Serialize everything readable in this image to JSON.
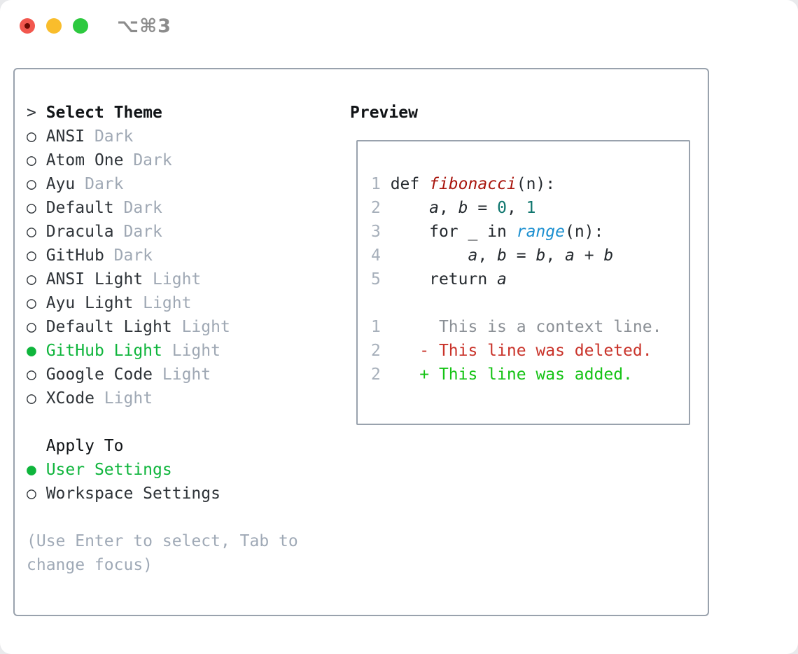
{
  "titlebar": {
    "title": "⌥⌘3"
  },
  "theme_panel": {
    "focus_prefix": ">",
    "header": "Select Theme",
    "themes": [
      {
        "name": "ANSI",
        "variant": "Dark",
        "selected": false
      },
      {
        "name": "Atom One",
        "variant": "Dark",
        "selected": false
      },
      {
        "name": "Ayu",
        "variant": "Dark",
        "selected": false
      },
      {
        "name": "Default",
        "variant": "Dark",
        "selected": false
      },
      {
        "name": "Dracula",
        "variant": "Dark",
        "selected": false
      },
      {
        "name": "GitHub",
        "variant": "Dark",
        "selected": false
      },
      {
        "name": "ANSI Light",
        "variant": "Light",
        "selected": false
      },
      {
        "name": "Ayu Light",
        "variant": "Light",
        "selected": false
      },
      {
        "name": "Default Light",
        "variant": "Light",
        "selected": false
      },
      {
        "name": "GitHub Light",
        "variant": "Light",
        "selected": true
      },
      {
        "name": "Google Code",
        "variant": "Light",
        "selected": false
      },
      {
        "name": "XCode",
        "variant": "Light",
        "selected": false
      }
    ],
    "apply_to": {
      "header": "Apply To",
      "options": [
        {
          "name": "User Settings",
          "selected": true
        },
        {
          "name": "Workspace Settings",
          "selected": false
        }
      ]
    },
    "hint": "(Use Enter to select, Tab to\nchange focus)"
  },
  "preview": {
    "header": "Preview",
    "code_lines": [
      {
        "no": "1",
        "tokens": [
          {
            "text": " def ",
            "style": "k"
          },
          {
            "text": "fibonacci",
            "style": "fn"
          },
          {
            "text": "(n):",
            "style": "k"
          }
        ]
      },
      {
        "no": "2",
        "tokens": [
          {
            "text": "     ",
            "style": "k"
          },
          {
            "text": "a",
            "style": "var"
          },
          {
            "text": ", ",
            "style": "k"
          },
          {
            "text": "b",
            "style": "var"
          },
          {
            "text": " = ",
            "style": "k"
          },
          {
            "text": "0",
            "style": "num"
          },
          {
            "text": ", ",
            "style": "k"
          },
          {
            "text": "1",
            "style": "num"
          }
        ]
      },
      {
        "no": "3",
        "tokens": [
          {
            "text": "     for _ in ",
            "style": "k"
          },
          {
            "text": "range",
            "style": "bi"
          },
          {
            "text": "(n):",
            "style": "k"
          }
        ]
      },
      {
        "no": "4",
        "tokens": [
          {
            "text": "         ",
            "style": "k"
          },
          {
            "text": "a",
            "style": "var"
          },
          {
            "text": ", ",
            "style": "k"
          },
          {
            "text": "b",
            "style": "var"
          },
          {
            "text": " = ",
            "style": "k"
          },
          {
            "text": "b",
            "style": "var"
          },
          {
            "text": ", ",
            "style": "k"
          },
          {
            "text": "a",
            "style": "var"
          },
          {
            "text": " + ",
            "style": "k"
          },
          {
            "text": "b",
            "style": "var"
          }
        ]
      },
      {
        "no": "5",
        "tokens": [
          {
            "text": "     return ",
            "style": "k"
          },
          {
            "text": "a",
            "style": "var"
          }
        ]
      }
    ],
    "diff_lines": [
      {
        "no": "1",
        "kind": "context",
        "text": "      This is a context line."
      },
      {
        "no": "2",
        "kind": "deleted",
        "text": "    - This line was deleted."
      },
      {
        "no": "2",
        "kind": "added",
        "text": "    + This line was added."
      }
    ]
  },
  "colors": {
    "selected_green": "#0fb53c",
    "added_green": "#15c315",
    "deleted_red": "#c9332a",
    "function_red": "#a8150d",
    "builtin_blue": "#1b8fd0",
    "number_teal": "#0f766e",
    "traffic_red": "#f2574e",
    "traffic_yellow": "#f9bd2c",
    "traffic_green": "#2dc93f",
    "panel_border": "#99a2ad"
  }
}
